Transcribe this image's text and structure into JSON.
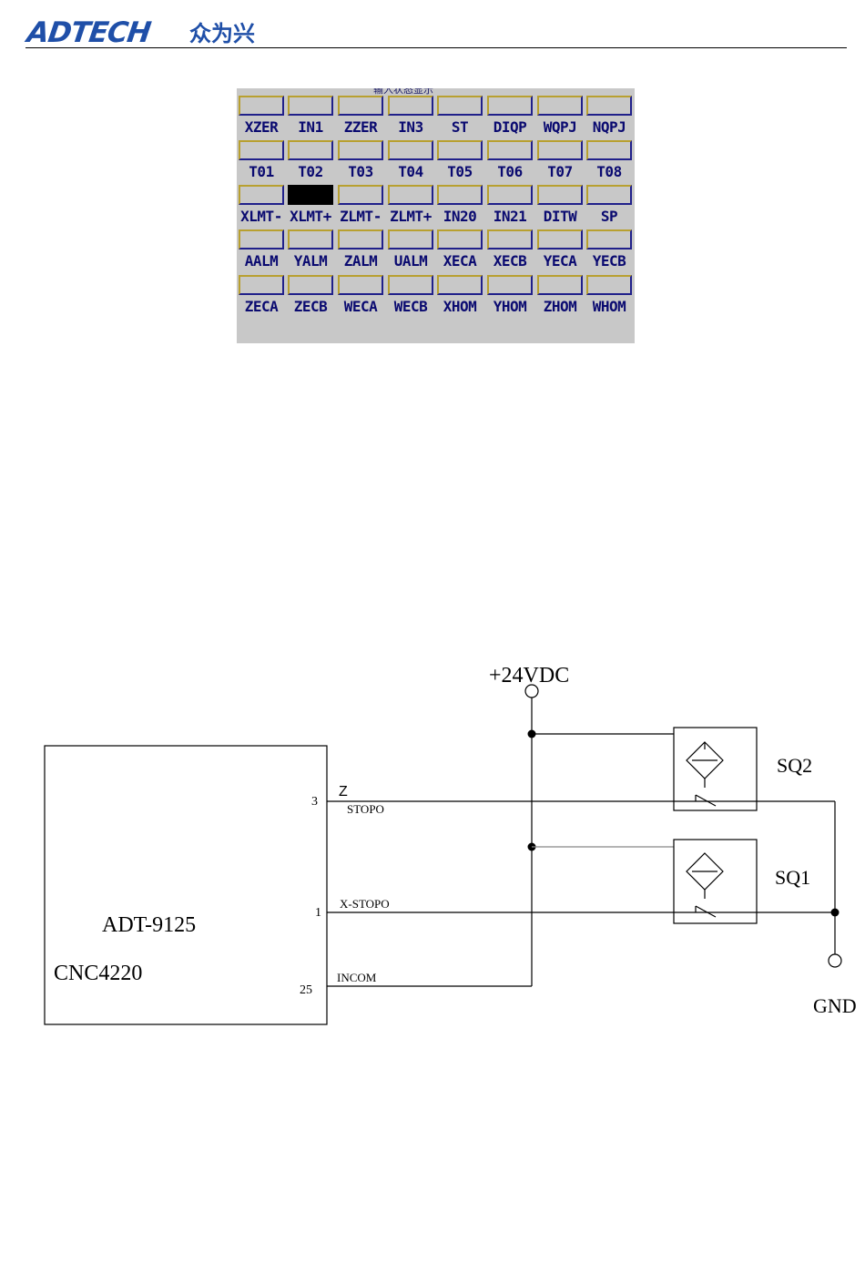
{
  "header": {
    "logo_latin": "ADTECH",
    "logo_cjk": "众为兴"
  },
  "io_panel": {
    "title": "输入状态显示",
    "rows": [
      {
        "labels": [
          "XZER",
          "IN1",
          "ZZER",
          "IN3",
          "ST",
          "DIQP",
          "WQPJ",
          "NQPJ"
        ],
        "active": [
          false,
          false,
          false,
          false,
          false,
          false,
          false,
          false
        ]
      },
      {
        "labels": [
          "T01",
          "T02",
          "T03",
          "T04",
          "T05",
          "T06",
          "T07",
          "T08"
        ],
        "active": [
          false,
          false,
          false,
          false,
          false,
          false,
          false,
          false
        ]
      },
      {
        "labels": [
          "XLMT-",
          "XLMT+",
          "ZLMT-",
          "ZLMT+",
          "IN20",
          "IN21",
          "DITW",
          "SP"
        ],
        "active": [
          false,
          true,
          false,
          false,
          false,
          false,
          false,
          false
        ]
      },
      {
        "labels": [
          "AALM",
          "YALM",
          "ZALM",
          "UALM",
          "XECA",
          "XECB",
          "YECA",
          "YECB"
        ],
        "active": [
          false,
          false,
          false,
          false,
          false,
          false,
          false,
          false
        ]
      },
      {
        "labels": [
          "ZECA",
          "ZECB",
          "WECA",
          "WECB",
          "XHOM",
          "YHOM",
          "ZHOM",
          "WHOM"
        ],
        "active": [
          false,
          false,
          false,
          false,
          false,
          false,
          false,
          false
        ]
      }
    ]
  },
  "wiring": {
    "supply_label": "+24VDC",
    "ground_label": "GND",
    "controller_model": "ADT-9125",
    "controller_name": "CNC4220",
    "pins": [
      {
        "number": "3",
        "signal_top": "Z",
        "signal_bottom": "STOPO"
      },
      {
        "number": "1",
        "signal": "X-STOPO"
      },
      {
        "number": "25",
        "signal": "INCOM"
      }
    ],
    "switches": [
      {
        "label": "SQ2"
      },
      {
        "label": "SQ1"
      }
    ]
  }
}
